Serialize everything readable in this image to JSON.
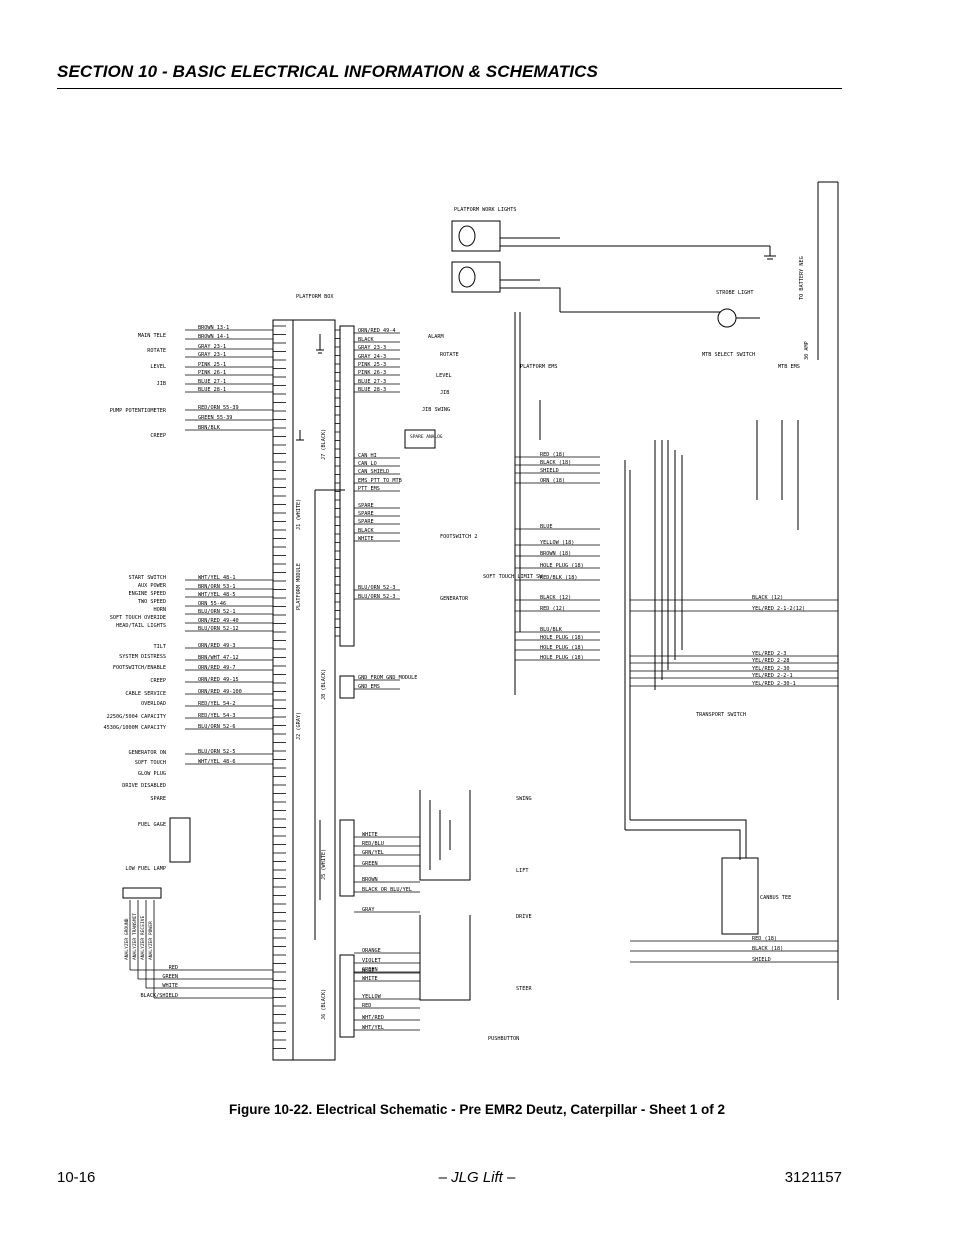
{
  "header": {
    "section_title": "SECTION 10 - BASIC ELECTRICAL INFORMATION & SCHEMATICS"
  },
  "figure": {
    "caption": "Figure 10-22.  Electrical Schematic - Pre EMR2 Deutz, Caterpillar - Sheet 1 of 2"
  },
  "footer": {
    "page_number": "10-16",
    "center_text": "– JLG Lift –",
    "doc_number": "3121157"
  },
  "schematic": {
    "platform_work_lights": "PLATFORM WORK LIGHTS",
    "platform_box": "PLATFORM BOX",
    "strobe_light": "STROBE LIGHT",
    "battery_neg": "TO BATTERY NEG",
    "mtb_select_switch": "MTB SELECT SWITCH",
    "platform_ems": "PLATFORM EMS",
    "mtb_ems": "MTB EMS",
    "fuse_amp": "30 AMP",
    "alarm": "ALARM",
    "rotate_lr": "ROTATE",
    "level_ud": "LEVEL",
    "jib_ud": "JIB",
    "jib_swing": "JIB SWING",
    "spare_analog": "SPARE ANALOG",
    "footswitch_2": "FOOTSWITCH 2",
    "soft_touch_limit": "SOFT TOUCH LIMIT SW",
    "generator": "GENERATOR",
    "transport_switch": "TRANSPORT SWITCH",
    "canbus_tee": "CANBUS TEE",
    "platform_module": "PLATFORM MODULE",
    "left_labels": [
      "MAIN TELE",
      "ROTATE",
      "LEVEL",
      "JIB",
      "PUMP POTENTIOMETER",
      "CREEP",
      "START SWITCH",
      "AUX POWER",
      "ENGINE SPEED",
      "TWO SPEED",
      "HORN",
      "SOFT TOUCH OVERIDE",
      "HEAD/TAIL LIGHTS",
      "TILT",
      "SYSTEM DISTRESS",
      "FOOTSWITCH/ENABLE",
      "CREEP",
      "CABLE SERVICE",
      "OVERLOAD",
      "2250G/5004 CAPACITY",
      "4530G/1000M CAPACITY",
      "GENERATOR ON",
      "SOFT TOUCH",
      "GLOW PLUG",
      "DRIVE DISABLED",
      "SPARE",
      "LOW FUEL LAMP",
      "FUEL GAGE"
    ],
    "left_wires": [
      "BROWN 13-1",
      "BROWN 14-1",
      "GRAY 23-1",
      "GRAY 23-1",
      "PINK 25-1",
      "PINK 26-1",
      "BLUE 27-1",
      "BLUE 28-1",
      "RED/ORN 55-39",
      "GREEN 55-39",
      "BRN/BLK",
      "WHT/YEL 48-1",
      "BRN/ORN 53-1",
      "WHT/YEL 48-5",
      "ORN 55-46",
      "BLU/ORN 52-1",
      "ORN/RED 49-40",
      "BLU/ORN 52-12",
      "ORN/RED 49-3",
      "BRN/WHT 47-12",
      "ORN/RED 49-7",
      "ORN/RED 49-15",
      "ORN/RED 49-100",
      "RED/YEL 54-2",
      "RED/YEL 54-3",
      "BLU/ORN 52-6",
      "BLU/ORN 52-5",
      "WHT/YEL 48-6"
    ],
    "right_wires": [
      "ORN/RED 49-4",
      "BLACK",
      "GRAY 23-3",
      "GRAY 24-3",
      "PINK 25-3",
      "PINK 26-3",
      "BLUE 27-3",
      "BLUE 28-3",
      "CAN HI",
      "CAN LO",
      "CAN SHIELD",
      "EMS PTT TO MTB",
      "PTT EMS",
      "SPARE",
      "SPARE",
      "SPARE",
      "BLACK",
      "WHITE",
      "BLU/ORN 52-3",
      "BLU/ORN 52-3",
      "GND FROM GND MODULE",
      "GND EMS"
    ],
    "bus_wires": [
      "RED (18)",
      "BLACK (18)",
      "SHIELD",
      "ORN (18)",
      "BLUE",
      "YELLOW (18)",
      "BROWN (18)",
      "HOLE PLUG (18)",
      "RED/BLK (18)",
      "BLACK (12)",
      "RED (12)",
      "BLU/BLK",
      "HOLE PLUG (18)",
      "HOLE PLUG (18)",
      "HOLE PLUG (18)"
    ],
    "far_right_wires": [
      "BLACK (12)",
      "YEL/RED 2-1-2(12)",
      "YEL/RED 2-3",
      "YEL/RED 2-28",
      "YEL/RED 2-30",
      "YEL/RED 2-2-1",
      "YEL/RED 2-30-1",
      "RED (18)",
      "BLACK (18)",
      "SHIELD"
    ],
    "joystick_labels": [
      "SWING",
      "LIFT",
      "DRIVE",
      "STEER",
      "PUSHBUTTON"
    ],
    "joystick_wires": [
      "WHITE",
      "RED/BLU",
      "GRN/YEL",
      "GREEN",
      "BROWN",
      "BLACK OR BLU/YEL",
      "GRAY",
      "ORANGE",
      "BLUE",
      "VIOLET",
      "GREEN",
      "WHITE",
      "YELLOW",
      "RED",
      "WHT/RED",
      "WHT/YEL"
    ],
    "connectors": [
      "J1 (WHITE)",
      "J2 (GRAY)",
      "J7 (BLACK)",
      "J8 (BLACK)",
      "J5 (WHITE)",
      "J6 (BLACK)"
    ],
    "analyzer_labels": [
      "ANALYZER GROUND",
      "ANALYZER TRANSMIT",
      "ANALYZER RECEIVE",
      "ANALYZER POWER"
    ],
    "analyzer_wires": [
      "RED",
      "GREEN",
      "WHITE",
      "BLACK/SHIELD"
    ]
  }
}
